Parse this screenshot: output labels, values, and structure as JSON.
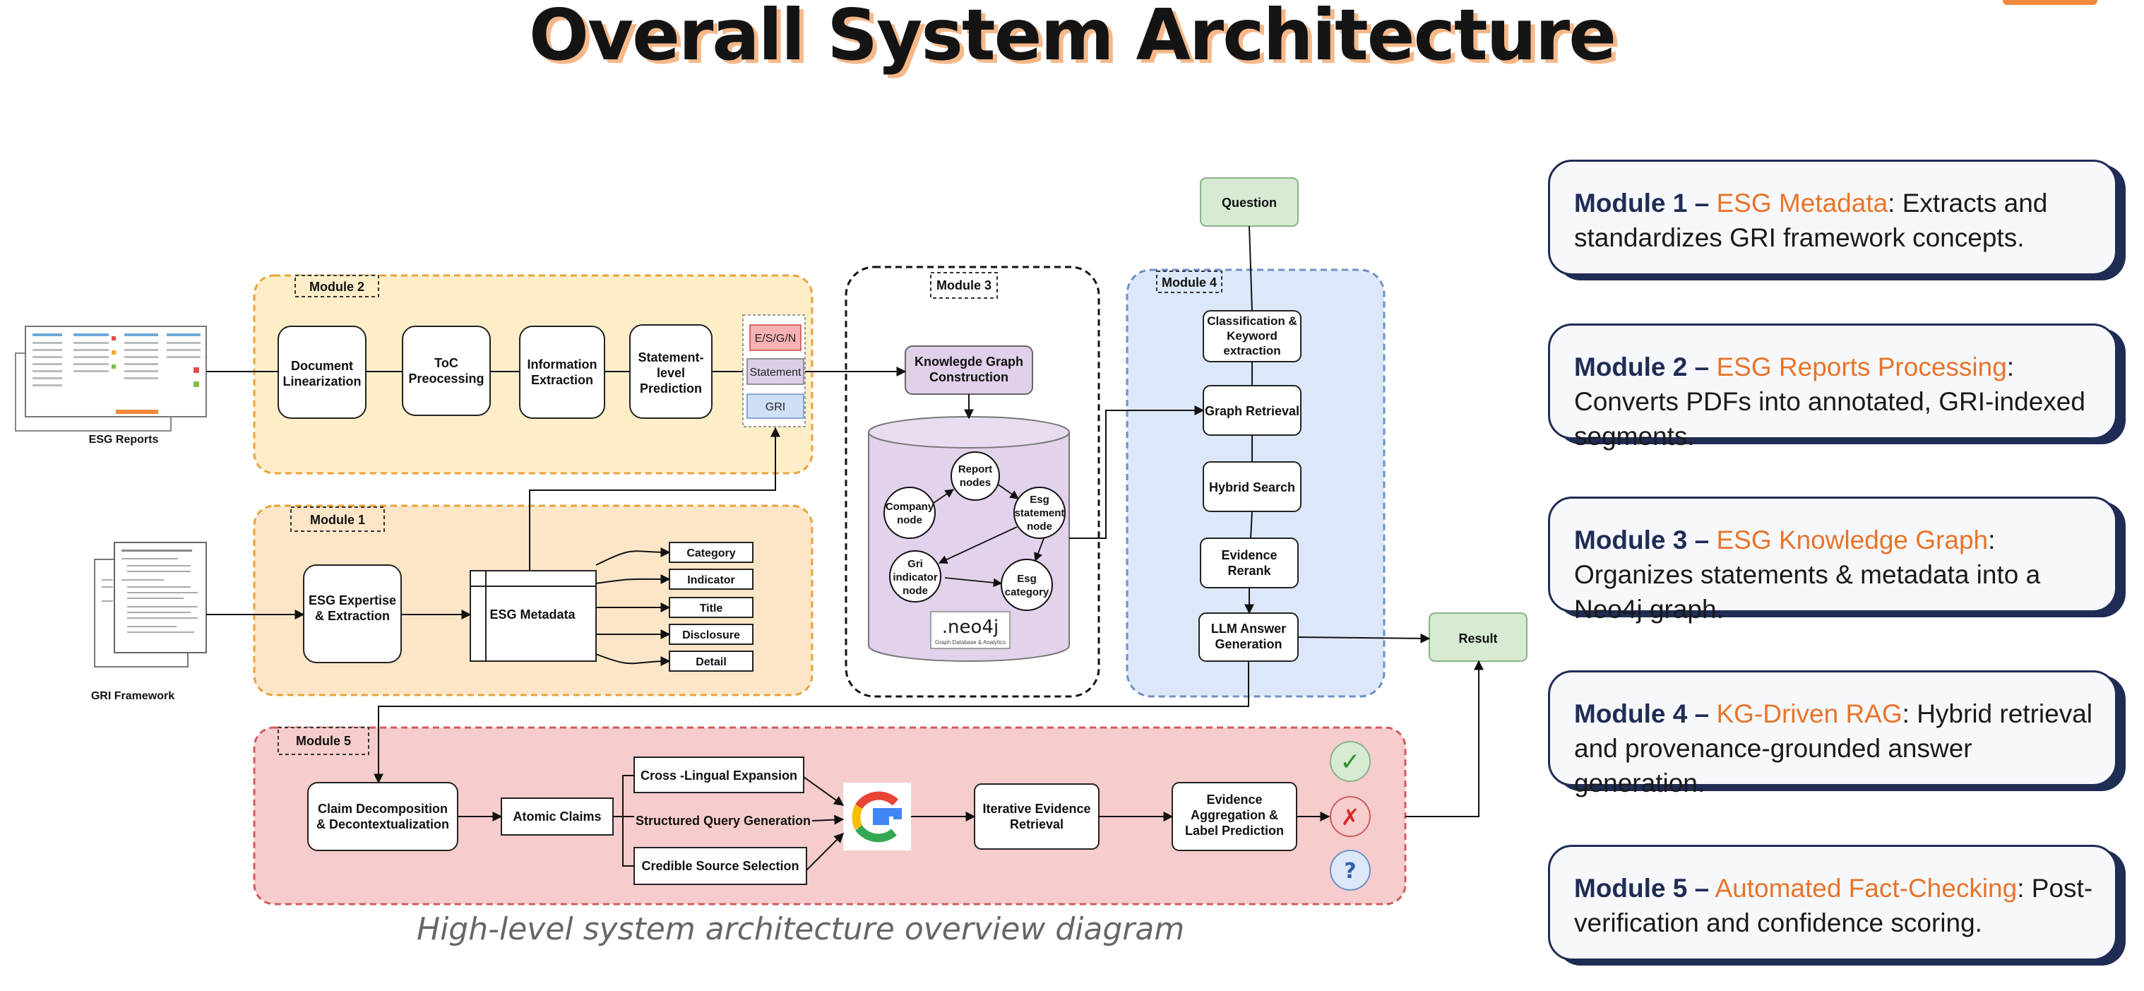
{
  "title": "Overall System Architecture",
  "caption": "High-level system architecture overview diagram",
  "colors": {
    "module1_fill": "#fde6c8",
    "module2_fill": "#fdeec8",
    "module4_fill": "#dce8fa",
    "module5_fill": "#f6cccc",
    "card_border": "#1f2d55",
    "card_accent": "#e8742a"
  },
  "diagram": {
    "esg_reports_label": "ESG Reports",
    "gri_framework_label": "GRI Framework",
    "module2": {
      "tag": "Module 2",
      "steps": [
        "Document Linearization",
        "ToC Preocessing",
        "Information Extraction",
        "Statement-level Prediction"
      ],
      "labels": [
        "E/S/G/N",
        "Statement",
        "GRI"
      ]
    },
    "module1": {
      "tag": "Module 1",
      "expertise": "ESG Expertise & Extraction",
      "metadata": "ESG Metadata",
      "fields": [
        "Category",
        "Indicator",
        "Title",
        "Disclosure",
        "Detail"
      ]
    },
    "module3": {
      "tag": "Module 3",
      "construction": "Knowlegde Graph Construction",
      "nodes": [
        "Report nodes",
        "Company node",
        "Esg statement node",
        "Gri indicator node",
        "Esg category"
      ],
      "neo4j_logo": ".neo4j",
      "neo4j_sub": "Graph Database & Analytics"
    },
    "module4": {
      "tag": "Module 4",
      "question": "Question",
      "steps": [
        "Classification & Keyword extraction",
        "Graph Retrieval",
        "Hybrid Search",
        "Evidence Rerank",
        "LLM Answer Generation"
      ],
      "result": "Result"
    },
    "module5": {
      "tag": "Module 5",
      "claim": "Claim Decomposition & Decontextualization",
      "atomic": "Atomic Claims",
      "expansions": [
        "Cross -Lingual Expansion",
        "Structured Query Generation",
        "Credible Source Selection"
      ],
      "google_letter": "G",
      "retrieval": "Iterative Evidence Retrieval",
      "aggregation": "Evidence Aggregation & Label Prediction",
      "labels": [
        "✓",
        "✗",
        "?"
      ]
    }
  },
  "cards": [
    {
      "module": "Module 1 –",
      "topic": "ESG Metadata",
      "desc": ":  Extracts and standardizes GRI framework concepts."
    },
    {
      "module": "Module 2 –",
      "topic": "ESG Reports Processing",
      "desc": ":  Converts PDFs into annotated, GRI-indexed segments."
    },
    {
      "module": "Module 3 –",
      "topic": "ESG Knowledge Graph",
      "desc": ":  Organizes statements & metadata into a Neo4j graph."
    },
    {
      "module": "Module 4 –",
      "topic": "KG-Driven RAG",
      "desc": ":  Hybrid retrieval and provenance-grounded answer generation."
    },
    {
      "module": "Module 5 –",
      "topic": "Automated Fact-Checking",
      "desc": ":  Post-verification and confidence scoring."
    }
  ]
}
